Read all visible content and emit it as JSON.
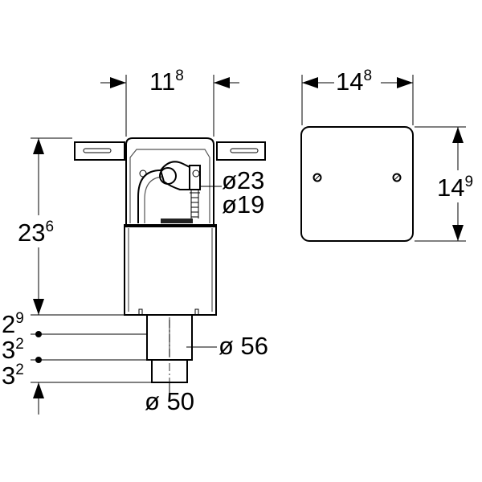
{
  "dimensions": {
    "box_width": {
      "main": "11",
      "sup": "8"
    },
    "cover_width": {
      "main": "14",
      "sup": "8"
    },
    "cover_height": {
      "main": "14",
      "sup": "9"
    },
    "total_height": {
      "main": "23",
      "sup": "6"
    },
    "step_1": {
      "main": "2",
      "sup": "9"
    },
    "step_2": {
      "main": "3",
      "sup": "2"
    },
    "step_3": {
      "main": "3",
      "sup": "2"
    },
    "pipe_23": "ø23",
    "pipe_19": "ø19",
    "pipe_56": "ø 56",
    "pipe_50": "ø 50"
  }
}
